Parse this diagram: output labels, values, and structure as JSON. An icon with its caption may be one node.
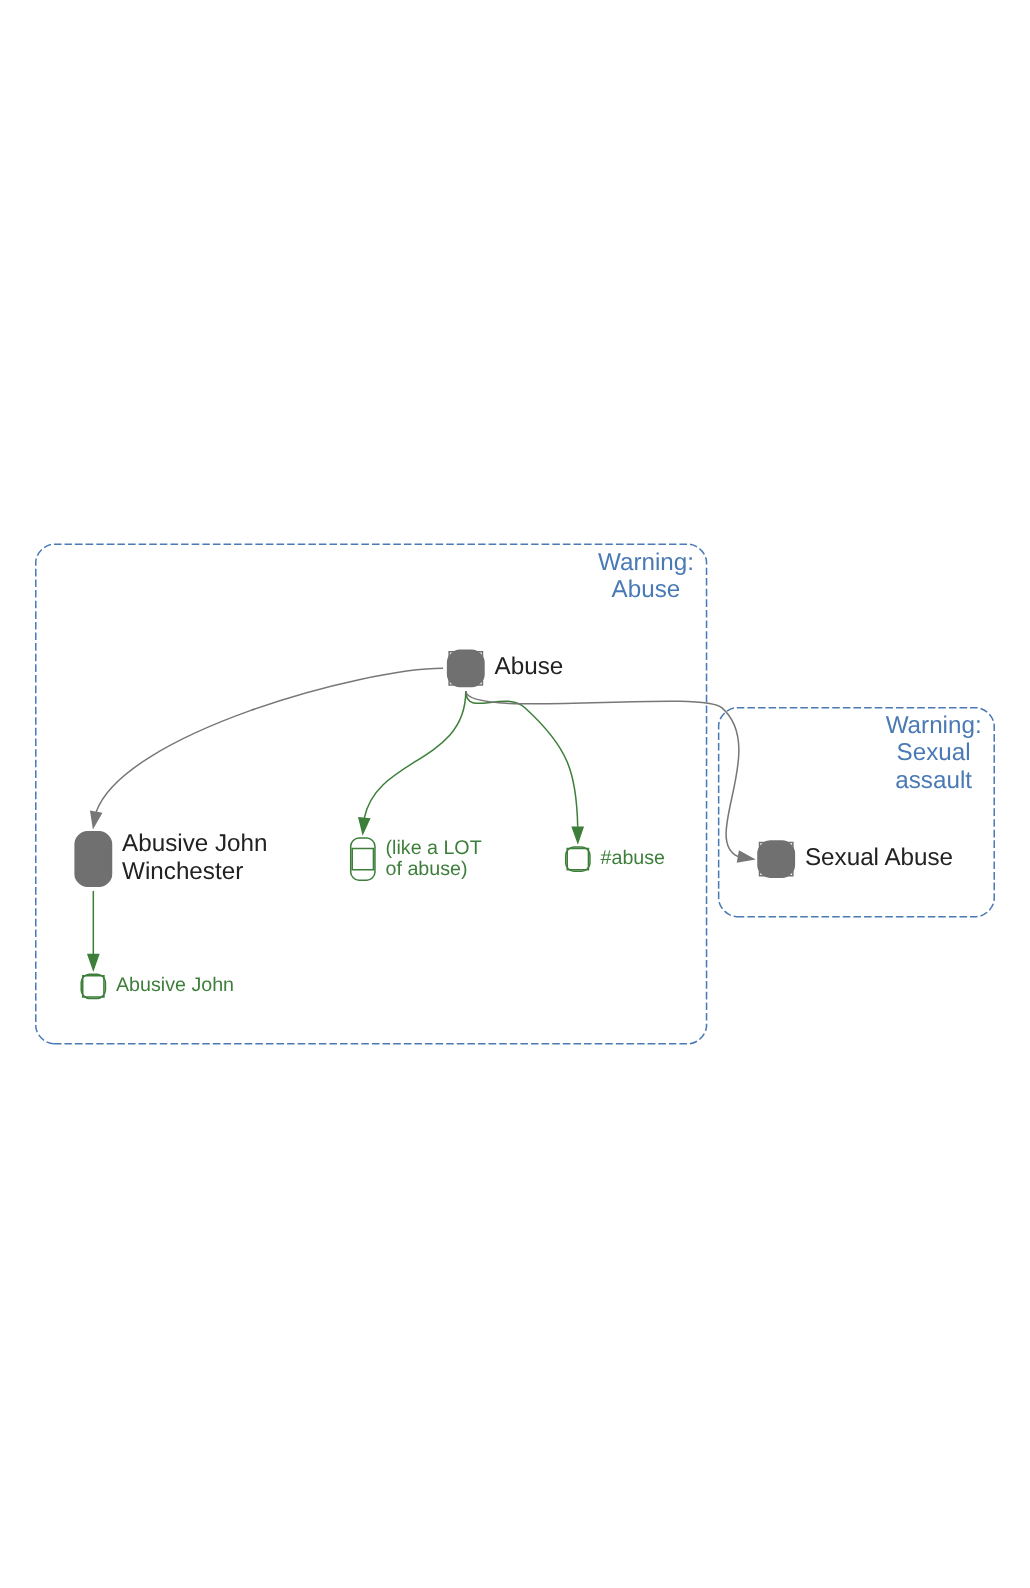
{
  "diagram": {
    "nodes": [
      {
        "text": [
          "Warning: Abuse"
        ]
      },
      {
        "text": [
          "Abusive John Winchester"
        ],
        "in": 0
      },
      {
        "text": [
          "Abusive John"
        ],
        "in": 0
      },
      {
        "text": [
          "Abuse"
        ],
        "in": 0
      },
      {
        "text": [
          "(like a LOT of abuse)"
        ],
        "in": 0
      },
      {
        "text": [
          "#abuse"
        ],
        "in": 0
      },
      {
        "text": [
          "Warning: Sexual assault"
        ]
      },
      {
        "text": [
          "Sexual Abuse"
        ],
        "in": 6
      }
    ],
    "edges": [
      {
        "from": 3,
        "to": 1,
        "arrow": "to",
        "color": "#777777"
      },
      {
        "from": 1,
        "to": 2,
        "arrow": "to"
      },
      {
        "from": 3,
        "to": 4,
        "arrow": "to"
      },
      {
        "from": 3,
        "to": 5,
        "arrow": "to"
      },
      {
        "from": 3,
        "to": 7,
        "arrow": "to",
        "color": "#777777"
      }
    ]
  }
}
